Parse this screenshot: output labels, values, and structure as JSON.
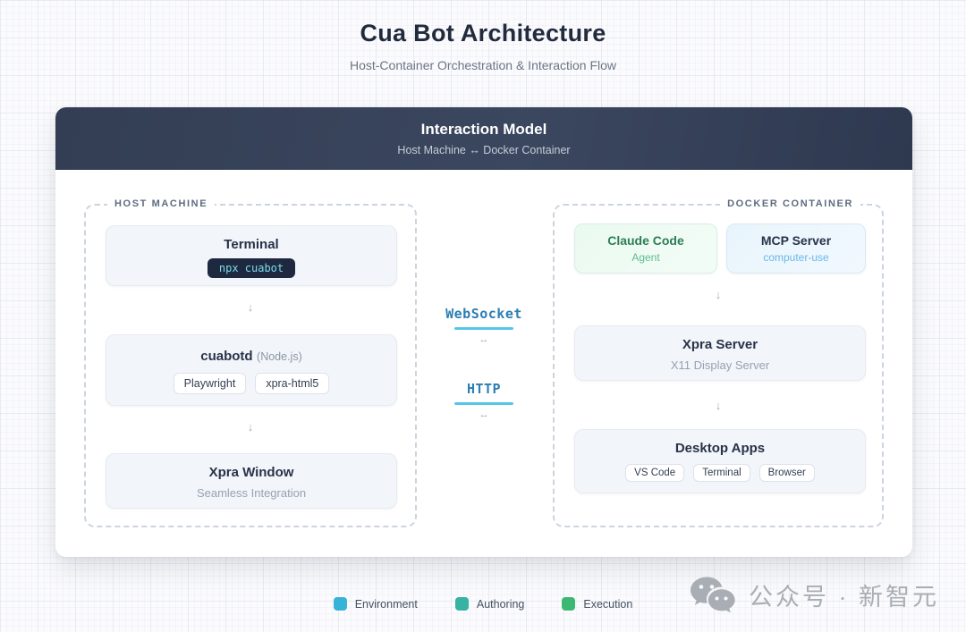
{
  "page": {
    "title": "Cua Bot Architecture",
    "subtitle": "Host-Container Orchestration & Interaction Flow"
  },
  "panel": {
    "header": {
      "title": "Interaction Model",
      "subtitle": "Host Machine ↔ Docker Container"
    },
    "host_machine": {
      "label": "HOST MACHINE",
      "nodes": [
        {
          "title": "Terminal",
          "command": "npx cuabot"
        },
        {
          "title": "cuabotd",
          "title_suffix": "(Node.js)",
          "chips": [
            "Playwright",
            "xpra-html5"
          ]
        },
        {
          "title": "Xpra Window",
          "subtitle": "Seamless Integration"
        }
      ]
    },
    "docker_container": {
      "label": "DOCKER CONTAINER",
      "top_nodes": [
        {
          "title": "Claude Code",
          "subtitle": "Agent"
        },
        {
          "title": "MCP Server",
          "subtitle": "computer-use"
        }
      ],
      "nodes": [
        {
          "title": "Xpra Server",
          "subtitle": "X11 Display Server"
        },
        {
          "title": "Desktop Apps",
          "chips": [
            "VS Code",
            "Terminal",
            "Browser"
          ]
        }
      ]
    },
    "connections": [
      {
        "label": "WebSocket"
      },
      {
        "label": "HTTP"
      }
    ]
  },
  "glyphs": {
    "down": "↓",
    "both": "↔"
  },
  "legend": [
    {
      "label": "Environment",
      "color": "#36b3d6"
    },
    {
      "label": "Authoring",
      "color": "#38b2a3"
    },
    {
      "label": "Execution",
      "color": "#3cb873"
    }
  ],
  "watermark": {
    "text": "公众号 · 新智元"
  },
  "colors": {
    "header_bg": "#333e54",
    "card_bg": "#f2f5f9",
    "pill_bg": "#1e2940",
    "pill_text": "#7adbe8",
    "connection_text": "#2b7db3",
    "connection_line": "#55c6e8",
    "claude_title": "#2e7d54",
    "mcp_subtitle": "#6cb8e8"
  }
}
